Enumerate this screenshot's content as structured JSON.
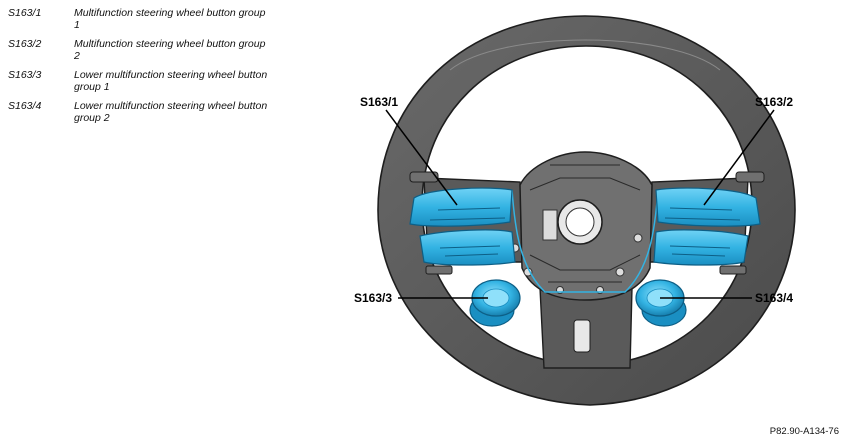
{
  "legend": [
    {
      "code": "S163/1",
      "desc": "Multifunction steering wheel button group 1"
    },
    {
      "code": "S163/2",
      "desc": "Multifunction steering wheel button group 2"
    },
    {
      "code": "S163/3",
      "desc": "Lower multifunction steering wheel button group 1"
    },
    {
      "code": "S163/4",
      "desc": "Lower multifunction steering wheel button group 2"
    }
  ],
  "callouts": {
    "s163_1": "S163/1",
    "s163_2": "S163/2",
    "s163_3": "S163/3",
    "s163_4": "S163/4"
  },
  "figure_ref": "P82.90-A134-76",
  "colors": {
    "rim": "#5e5e5e",
    "hub": "#6e6e6e",
    "buttons": "#33b3e3"
  }
}
